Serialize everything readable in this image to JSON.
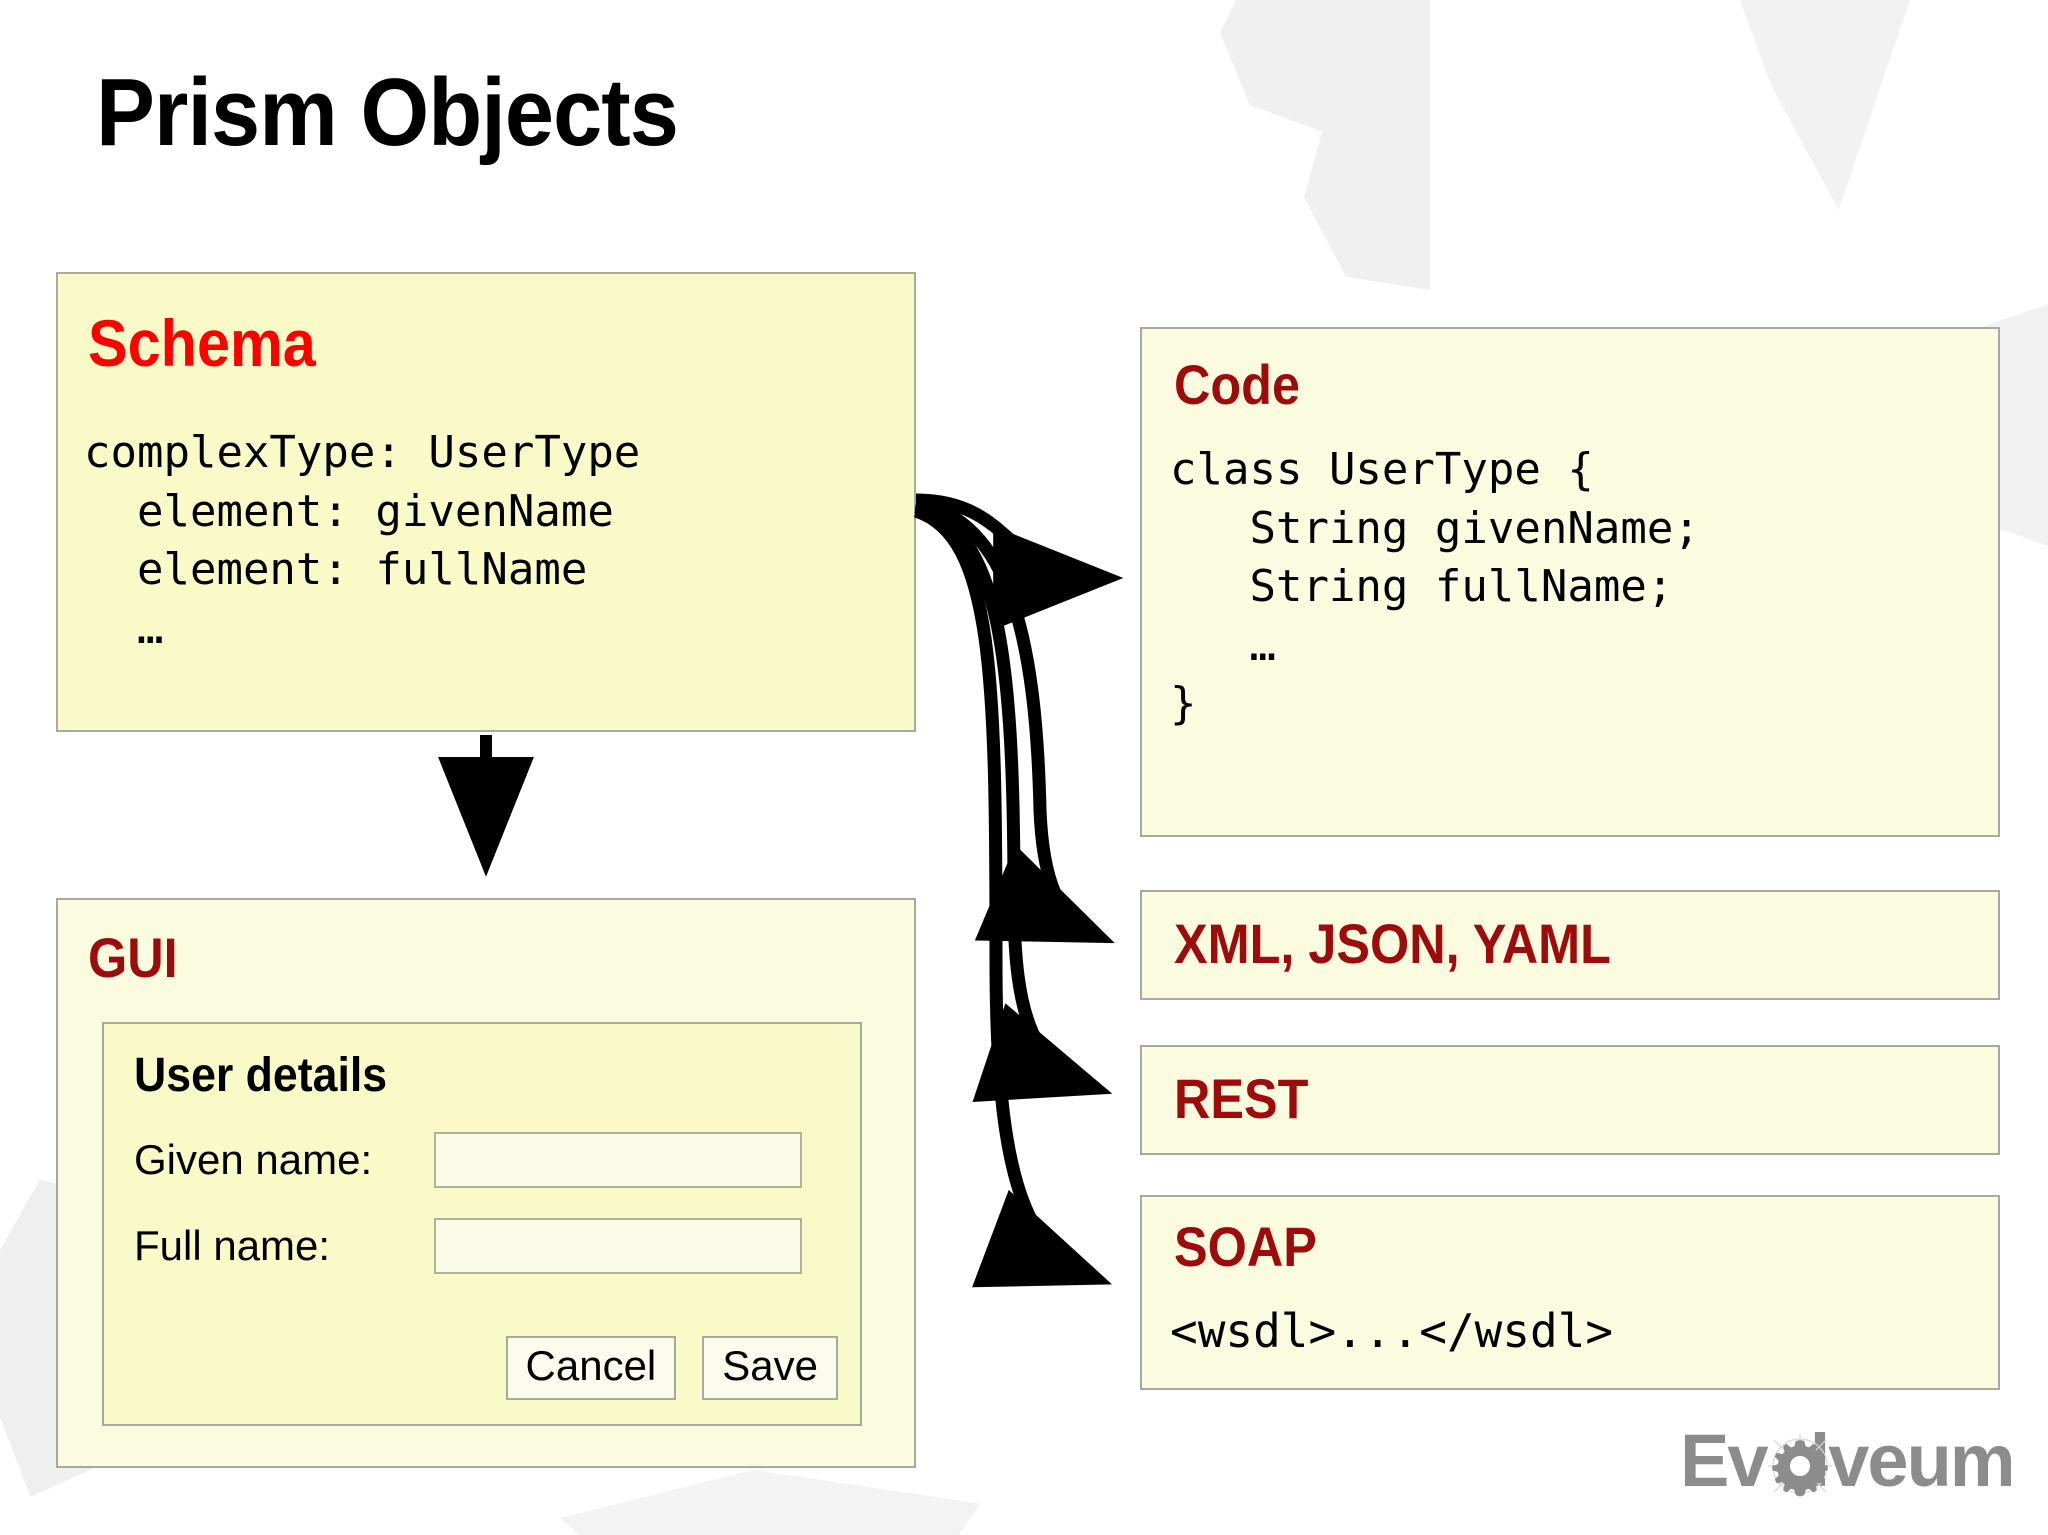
{
  "slide": {
    "title": "Prism Objects",
    "background_color": "#ffffff",
    "watermark_color": "#f0f0f0"
  },
  "colors": {
    "schema_heading": "#ff0000",
    "box_heading": "#9e0b0b",
    "box_fill_light": "#fbfbe0",
    "box_fill_strong": "#fafac8",
    "box_border": "#a9a9a0",
    "logo_gray": "#8c8c8c",
    "arrow": "#000000"
  },
  "schema": {
    "heading": "Schema",
    "code": "complexType: UserType\n  element: givenName\n  element: fullName\n  …"
  },
  "gui": {
    "heading": "GUI",
    "form": {
      "title": "User details",
      "fields": [
        {
          "label": "Given name:",
          "value": "",
          "placeholder": ""
        },
        {
          "label": "Full name:",
          "value": "",
          "placeholder": ""
        }
      ],
      "buttons": [
        {
          "label": "Cancel"
        },
        {
          "label": "Save"
        }
      ]
    }
  },
  "code": {
    "heading": "Code",
    "text": "class UserType {\n   String givenName;\n   String fullName;\n   …\n}"
  },
  "serialization": {
    "heading": "XML, JSON, YAML"
  },
  "rest": {
    "heading": "REST"
  },
  "soap": {
    "heading": "SOAP",
    "text": "<wsdl>...</wsdl>"
  },
  "logo": {
    "text_before": "Ev",
    "text_after": "lveum",
    "full": "Evolveum",
    "icon": "gear-compass-icon"
  },
  "arrows": [
    {
      "from": "schema",
      "to": "gui",
      "style": "straight-down"
    },
    {
      "from": "schema",
      "to": "code",
      "style": "curve-right"
    },
    {
      "from": "schema",
      "to": "serialization",
      "style": "curve-right-down"
    },
    {
      "from": "schema",
      "to": "rest",
      "style": "curve-right-down"
    },
    {
      "from": "schema",
      "to": "soap",
      "style": "curve-right-down"
    }
  ]
}
